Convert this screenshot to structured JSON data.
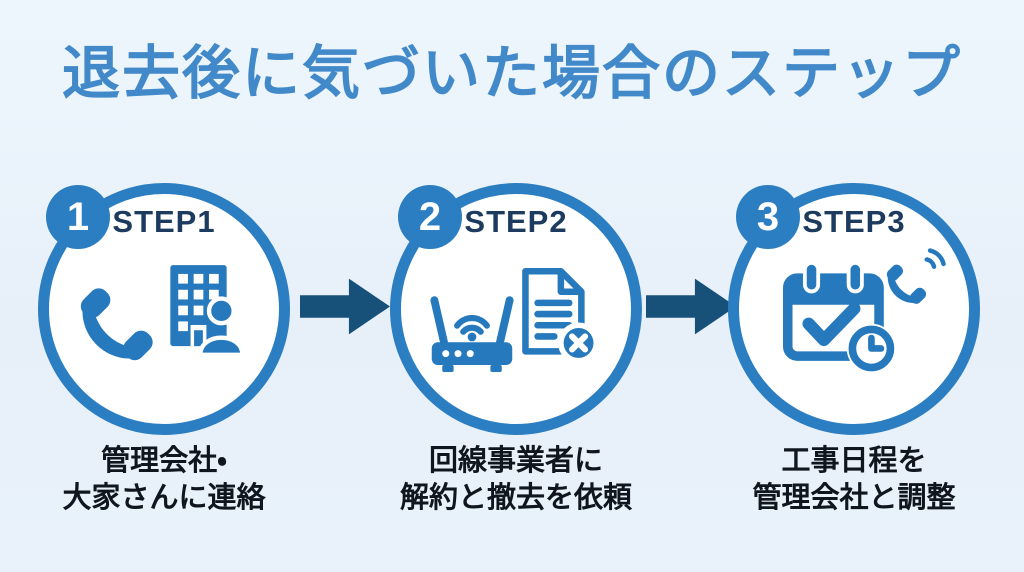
{
  "title": "退去後に気づいた場合のステップ",
  "steps": [
    {
      "number": "1",
      "label": "STEP1",
      "caption": [
        "管理会社・",
        "大家さんに連絡"
      ],
      "icons": [
        "phone-handset-icon",
        "building-person-icon"
      ]
    },
    {
      "number": "2",
      "label": "STEP2",
      "caption": [
        "回線事業者に",
        "解約と撤去を依頼"
      ],
      "icons": [
        "wifi-router-icon",
        "document-cancel-icon"
      ]
    },
    {
      "number": "3",
      "label": "STEP3",
      "caption": [
        "工事日程を",
        "管理会社と調整"
      ],
      "icons": [
        "calendar-check-clock-icon",
        "ringing-phone-icon"
      ]
    }
  ],
  "arrows": [
    {
      "name": "arrow-step1-to-step2"
    },
    {
      "name": "arrow-step2-to-step3"
    }
  ],
  "colors": {
    "background": "#e9f2fa",
    "title_blue": "#4289ca",
    "circle_ring_blue": "#2b7ec1",
    "badge_blue": "#2b7ec1",
    "step_label_navy": "#1d3b5e",
    "arrow_navy": "#175078",
    "icon_blue": "#2679bc",
    "caption_black": "#10161d"
  }
}
